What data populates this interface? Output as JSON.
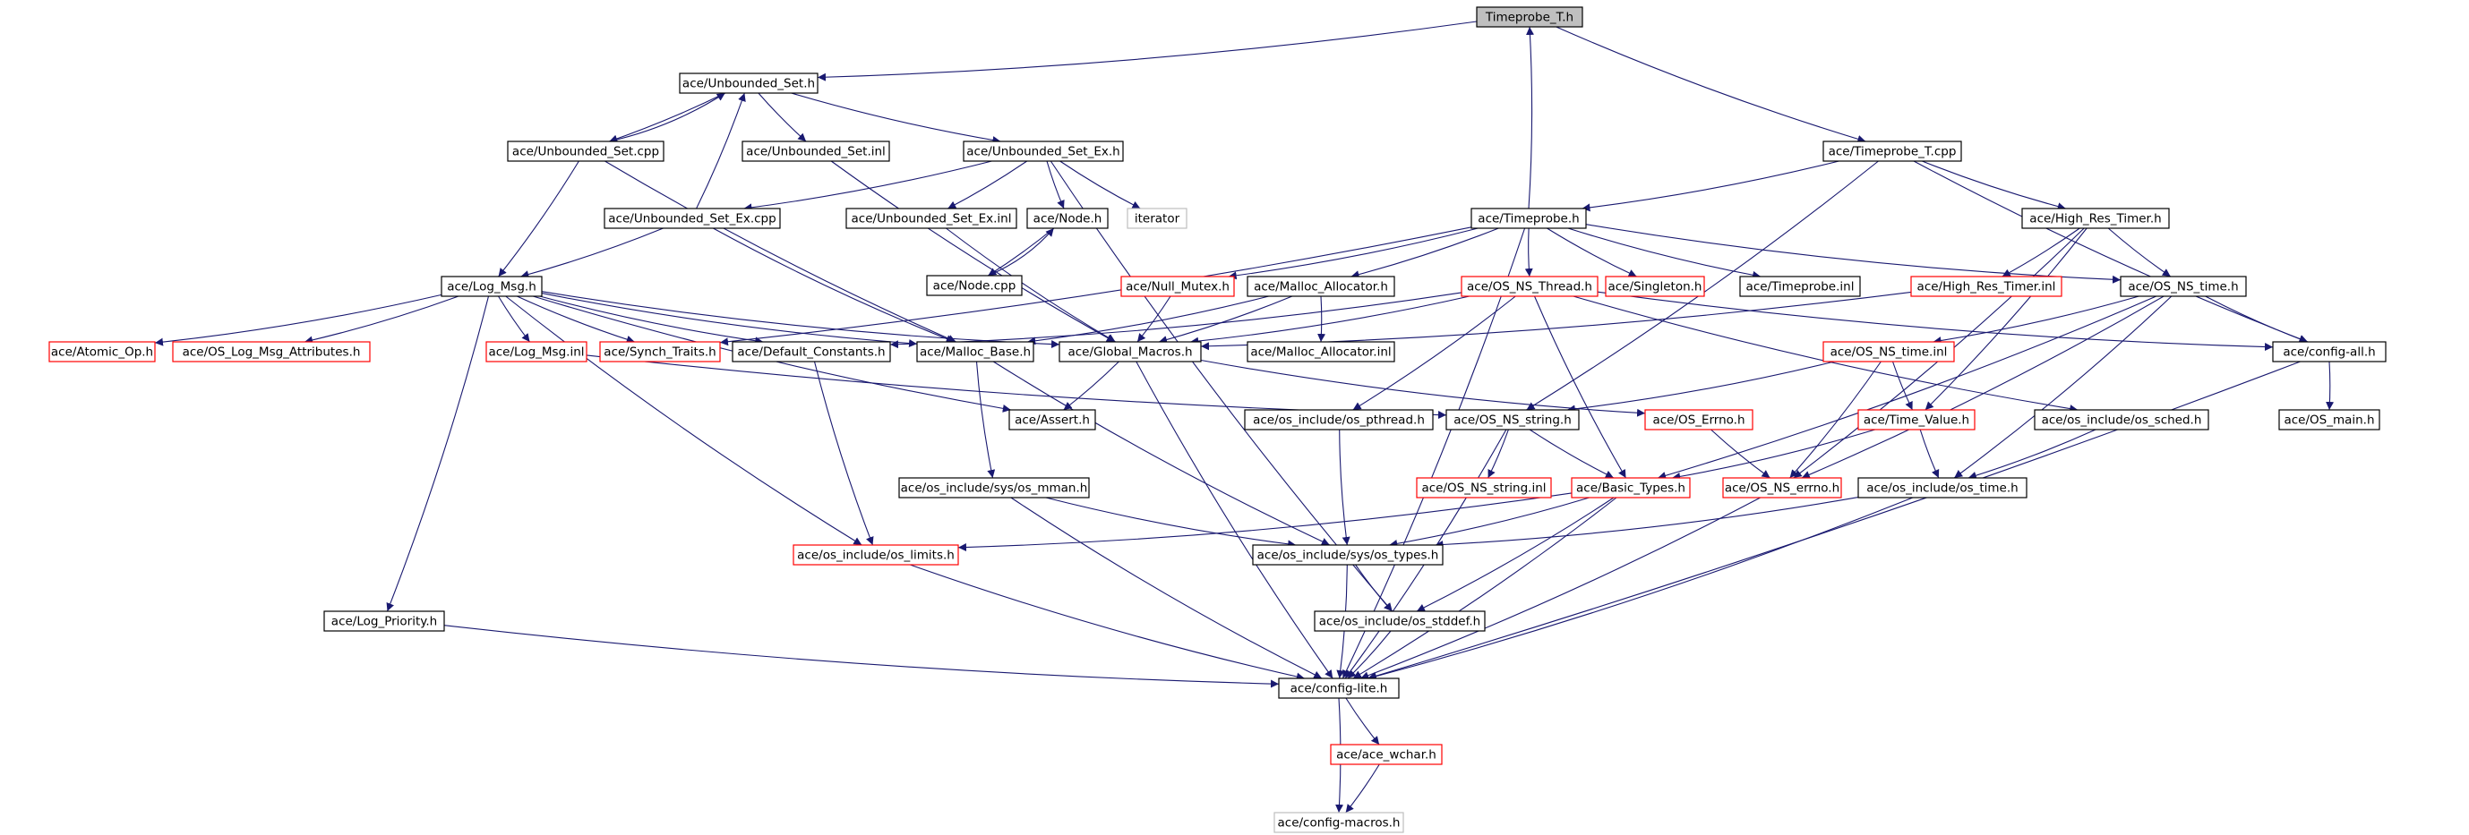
{
  "colors": {
    "edge": "#191970",
    "box_default": "#000000",
    "box_incomplete": "#ff0000",
    "box_external": "#bfbfbf",
    "root_fill": "#bfbfbf"
  },
  "nodes": [
    {
      "id": "timeprobe_t_h",
      "label": "Timeprobe_T.h",
      "style": "root"
    },
    {
      "id": "unbounded_set_h",
      "label": "ace/Unbounded_Set.h",
      "style": "default"
    },
    {
      "id": "timeprobe_t_cpp",
      "label": "ace/Timeprobe_T.cpp",
      "style": "default"
    },
    {
      "id": "unbounded_set_cpp",
      "label": "ace/Unbounded_Set.cpp",
      "style": "default"
    },
    {
      "id": "unbounded_set_inl",
      "label": "ace/Unbounded_Set.inl",
      "style": "default"
    },
    {
      "id": "unbounded_set_ex_h",
      "label": "ace/Unbounded_Set_Ex.h",
      "style": "default"
    },
    {
      "id": "unbounded_set_ex_cpp",
      "label": "ace/Unbounded_Set_Ex.cpp",
      "style": "default"
    },
    {
      "id": "unbounded_set_ex_inl",
      "label": "ace/Unbounded_Set_Ex.inl",
      "style": "default"
    },
    {
      "id": "node_h",
      "label": "ace/Node.h",
      "style": "default"
    },
    {
      "id": "iterator",
      "label": "iterator",
      "style": "external"
    },
    {
      "id": "timeprobe_h",
      "label": "ace/Timeprobe.h",
      "style": "default"
    },
    {
      "id": "high_res_timer_h",
      "label": "ace/High_Res_Timer.h",
      "style": "default"
    },
    {
      "id": "node_cpp",
      "label": "ace/Node.cpp",
      "style": "default"
    },
    {
      "id": "log_msg_h",
      "label": "ace/Log_Msg.h",
      "style": "default"
    },
    {
      "id": "null_mutex_h",
      "label": "ace/Null_Mutex.h",
      "style": "incomplete"
    },
    {
      "id": "malloc_allocator_h",
      "label": "ace/Malloc_Allocator.h",
      "style": "default"
    },
    {
      "id": "os_ns_thread_h",
      "label": "ace/OS_NS_Thread.h",
      "style": "incomplete"
    },
    {
      "id": "singleton_h",
      "label": "ace/Singleton.h",
      "style": "incomplete"
    },
    {
      "id": "timeprobe_inl",
      "label": "ace/Timeprobe.inl",
      "style": "default"
    },
    {
      "id": "high_res_timer_inl",
      "label": "ace/High_Res_Timer.inl",
      "style": "incomplete"
    },
    {
      "id": "os_ns_time_h",
      "label": "ace/OS_NS_time.h",
      "style": "default"
    },
    {
      "id": "atomic_op_h",
      "label": "ace/Atomic_Op.h",
      "style": "incomplete"
    },
    {
      "id": "os_log_msg_attributes_h",
      "label": "ace/OS_Log_Msg_Attributes.h",
      "style": "incomplete"
    },
    {
      "id": "log_msg_inl",
      "label": "ace/Log_Msg.inl",
      "style": "incomplete"
    },
    {
      "id": "synch_traits_h",
      "label": "ace/Synch_Traits.h",
      "style": "incomplete"
    },
    {
      "id": "default_constants_h",
      "label": "ace/Default_Constants.h",
      "style": "default"
    },
    {
      "id": "malloc_base_h",
      "label": "ace/Malloc_Base.h",
      "style": "default"
    },
    {
      "id": "global_macros_h",
      "label": "ace/Global_Macros.h",
      "style": "default"
    },
    {
      "id": "malloc_allocator_inl",
      "label": "ace/Malloc_Allocator.inl",
      "style": "default"
    },
    {
      "id": "os_ns_time_inl",
      "label": "ace/OS_NS_time.inl",
      "style": "incomplete"
    },
    {
      "id": "config_all_h",
      "label": "ace/config-all.h",
      "style": "default"
    },
    {
      "id": "assert_h",
      "label": "ace/Assert.h",
      "style": "default"
    },
    {
      "id": "os_ns_string_h",
      "label": "ace/OS_NS_string.h",
      "style": "default"
    },
    {
      "id": "os_pthread_h",
      "label": "ace/os_include/os_pthread.h",
      "style": "default"
    },
    {
      "id": "os_errno_h",
      "label": "ace/OS_Errno.h",
      "style": "incomplete"
    },
    {
      "id": "time_value_h",
      "label": "ace/Time_Value.h",
      "style": "incomplete"
    },
    {
      "id": "os_sched_h",
      "label": "ace/os_include/os_sched.h",
      "style": "default"
    },
    {
      "id": "os_main_h",
      "label": "ace/OS_main.h",
      "style": "default"
    },
    {
      "id": "os_mman_h",
      "label": "ace/os_include/sys/os_mman.h",
      "style": "default"
    },
    {
      "id": "os_ns_string_inl",
      "label": "ace/OS_NS_string.inl",
      "style": "incomplete"
    },
    {
      "id": "basic_types_h",
      "label": "ace/Basic_Types.h",
      "style": "incomplete"
    },
    {
      "id": "os_ns_errno_h",
      "label": "ace/OS_NS_errno.h",
      "style": "incomplete"
    },
    {
      "id": "os_time_h",
      "label": "ace/os_include/os_time.h",
      "style": "default"
    },
    {
      "id": "os_limits_h",
      "label": "ace/os_include/os_limits.h",
      "style": "incomplete"
    },
    {
      "id": "os_types_h",
      "label": "ace/os_include/sys/os_types.h",
      "style": "default"
    },
    {
      "id": "log_priority_h",
      "label": "ace/Log_Priority.h",
      "style": "default"
    },
    {
      "id": "os_stddef_h",
      "label": "ace/os_include/os_stddef.h",
      "style": "default"
    },
    {
      "id": "config_lite_h",
      "label": "ace/config-lite.h",
      "style": "default"
    },
    {
      "id": "ace_wchar_h",
      "label": "ace/ace_wchar.h",
      "style": "incomplete"
    },
    {
      "id": "config_macros_h",
      "label": "ace/config-macros.h",
      "style": "external"
    }
  ],
  "edges": [
    [
      "timeprobe_t_h",
      "unbounded_set_h"
    ],
    [
      "timeprobe_t_h",
      "timeprobe_t_cpp"
    ],
    [
      "unbounded_set_h",
      "unbounded_set_cpp"
    ],
    [
      "unbounded_set_h",
      "unbounded_set_inl"
    ],
    [
      "unbounded_set_h",
      "unbounded_set_ex_h"
    ],
    [
      "unbounded_set_cpp",
      "unbounded_set_h"
    ],
    [
      "unbounded_set_cpp",
      "log_msg_h"
    ],
    [
      "unbounded_set_cpp",
      "malloc_base_h"
    ],
    [
      "unbounded_set_inl",
      "global_macros_h"
    ],
    [
      "unbounded_set_ex_h",
      "unbounded_set_ex_cpp"
    ],
    [
      "unbounded_set_ex_h",
      "unbounded_set_ex_inl"
    ],
    [
      "unbounded_set_ex_h",
      "node_h"
    ],
    [
      "unbounded_set_ex_h",
      "iterator"
    ],
    [
      "unbounded_set_ex_h",
      "os_stddef_h"
    ],
    [
      "unbounded_set_ex_cpp",
      "unbounded_set_h"
    ],
    [
      "unbounded_set_ex_cpp",
      "log_msg_h"
    ],
    [
      "unbounded_set_ex_cpp",
      "malloc_base_h"
    ],
    [
      "unbounded_set_ex_inl",
      "global_macros_h"
    ],
    [
      "node_h",
      "node_cpp"
    ],
    [
      "node_cpp",
      "node_h"
    ],
    [
      "timeprobe_h",
      "timeprobe_t_h"
    ],
    [
      "timeprobe_h",
      "null_mutex_h"
    ],
    [
      "timeprobe_h",
      "malloc_allocator_h"
    ],
    [
      "timeprobe_h",
      "os_ns_thread_h"
    ],
    [
      "timeprobe_h",
      "singleton_h"
    ],
    [
      "timeprobe_h",
      "timeprobe_inl"
    ],
    [
      "timeprobe_h",
      "os_ns_time_h"
    ],
    [
      "timeprobe_h",
      "synch_traits_h"
    ],
    [
      "timeprobe_h",
      "config_lite_h"
    ],
    [
      "timeprobe_t_cpp",
      "timeprobe_h"
    ],
    [
      "timeprobe_t_cpp",
      "high_res_timer_h"
    ],
    [
      "timeprobe_t_cpp",
      "os_ns_string_h"
    ],
    [
      "timeprobe_t_cpp",
      "config_all_h"
    ],
    [
      "high_res_timer_h",
      "high_res_timer_inl"
    ],
    [
      "high_res_timer_h",
      "os_ns_time_h"
    ],
    [
      "high_res_timer_h",
      "time_value_h"
    ],
    [
      "high_res_timer_h",
      "os_ns_errno_h"
    ],
    [
      "high_res_timer_inl",
      "global_macros_h"
    ],
    [
      "null_mutex_h",
      "global_macros_h"
    ],
    [
      "malloc_allocator_h",
      "malloc_base_h"
    ],
    [
      "malloc_allocator_h",
      "malloc_allocator_inl"
    ],
    [
      "malloc_allocator_h",
      "global_macros_h"
    ],
    [
      "os_ns_thread_h",
      "global_macros_h"
    ],
    [
      "os_ns_thread_h",
      "default_constants_h"
    ],
    [
      "os_ns_thread_h",
      "os_pthread_h"
    ],
    [
      "os_ns_thread_h",
      "basic_types_h"
    ],
    [
      "os_ns_thread_h",
      "os_sched_h"
    ],
    [
      "os_ns_thread_h",
      "config_all_h"
    ],
    [
      "os_ns_time_h",
      "os_ns_time_inl"
    ],
    [
      "os_ns_time_h",
      "config_all_h"
    ],
    [
      "os_ns_time_h",
      "basic_types_h"
    ],
    [
      "os_ns_time_h",
      "os_ns_errno_h"
    ],
    [
      "os_ns_time_h",
      "os_time_h"
    ],
    [
      "os_ns_time_inl",
      "os_ns_string_h"
    ],
    [
      "os_ns_time_inl",
      "time_value_h"
    ],
    [
      "os_ns_time_inl",
      "os_ns_errno_h"
    ],
    [
      "log_msg_h",
      "atomic_op_h"
    ],
    [
      "log_msg_h",
      "os_log_msg_attributes_h"
    ],
    [
      "log_msg_h",
      "log_msg_inl"
    ],
    [
      "log_msg_h",
      "synch_traits_h"
    ],
    [
      "log_msg_h",
      "default_constants_h"
    ],
    [
      "log_msg_h",
      "malloc_base_h"
    ],
    [
      "log_msg_h",
      "global_macros_h"
    ],
    [
      "log_msg_h",
      "assert_h"
    ],
    [
      "log_msg_h",
      "os_limits_h"
    ],
    [
      "log_msg_h",
      "log_priority_h"
    ],
    [
      "log_msg_inl",
      "os_ns_string_h"
    ],
    [
      "default_constants_h",
      "os_limits_h"
    ],
    [
      "malloc_base_h",
      "os_mman_h"
    ],
    [
      "malloc_base_h",
      "os_types_h"
    ],
    [
      "global_macros_h",
      "assert_h"
    ],
    [
      "global_macros_h",
      "os_errno_h"
    ],
    [
      "global_macros_h",
      "config_lite_h"
    ],
    [
      "config_all_h",
      "os_main_h"
    ],
    [
      "config_all_h",
      "config_lite_h"
    ],
    [
      "os_ns_string_h",
      "os_ns_string_inl"
    ],
    [
      "os_ns_string_h",
      "basic_types_h"
    ],
    [
      "os_ns_string_h",
      "config_lite_h"
    ],
    [
      "os_pthread_h",
      "os_types_h"
    ],
    [
      "os_errno_h",
      "os_ns_errno_h"
    ],
    [
      "time_value_h",
      "basic_types_h"
    ],
    [
      "time_value_h",
      "os_time_h"
    ],
    [
      "os_sched_h",
      "os_time_h"
    ],
    [
      "os_mman_h",
      "os_types_h"
    ],
    [
      "os_mman_h",
      "config_lite_h"
    ],
    [
      "basic_types_h",
      "os_limits_h"
    ],
    [
      "basic_types_h",
      "os_types_h"
    ],
    [
      "basic_types_h",
      "os_stddef_h"
    ],
    [
      "basic_types_h",
      "config_lite_h"
    ],
    [
      "os_ns_errno_h",
      "config_lite_h"
    ],
    [
      "os_time_h",
      "os_types_h"
    ],
    [
      "os_time_h",
      "config_lite_h"
    ],
    [
      "os_limits_h",
      "config_lite_h"
    ],
    [
      "os_types_h",
      "os_stddef_h"
    ],
    [
      "os_types_h",
      "config_lite_h"
    ],
    [
      "log_priority_h",
      "config_lite_h"
    ],
    [
      "os_stddef_h",
      "config_lite_h"
    ],
    [
      "config_lite_h",
      "ace_wchar_h"
    ],
    [
      "config_lite_h",
      "config_macros_h"
    ],
    [
      "ace_wchar_h",
      "config_macros_h"
    ]
  ]
}
